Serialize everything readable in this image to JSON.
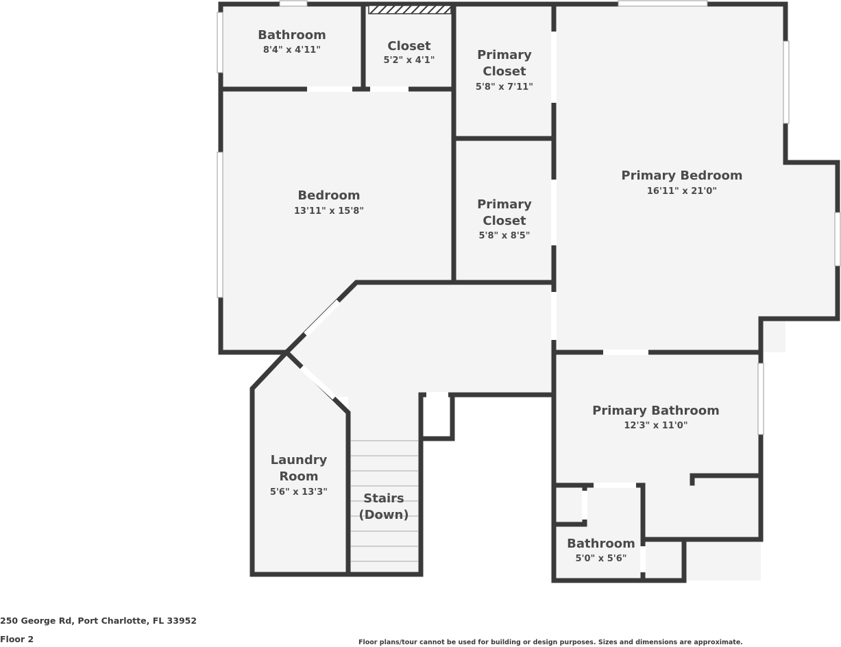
{
  "rooms": {
    "bathroom_top": {
      "name": "Bathroom",
      "dims": "8'4\" x 4'11\""
    },
    "closet": {
      "name": "Closet",
      "dims": "5'2\" x 4'1\""
    },
    "primary_closet_1": {
      "name_line1": "Primary",
      "name_line2": "Closet",
      "dims": "5'8\" x 7'11\""
    },
    "primary_closet_2": {
      "name_line1": "Primary",
      "name_line2": "Closet",
      "dims": "5'8\" x 8'5\""
    },
    "bedroom": {
      "name": "Bedroom",
      "dims": "13'11\" x 15'8\""
    },
    "primary_bedroom": {
      "name": "Primary Bedroom",
      "dims": "16'11\" x 21'0\""
    },
    "primary_bathroom": {
      "name": "Primary Bathroom",
      "dims": "12'3\" x 11'0\""
    },
    "laundry_room": {
      "name_line1": "Laundry",
      "name_line2": "Room",
      "dims": "5'6\" x 13'3\""
    },
    "stairs": {
      "name_line1": "Stairs",
      "name_line2": "(Down)"
    },
    "bathroom_bottom": {
      "name": "Bathroom",
      "dims": "5'0\" x 5'6\""
    }
  },
  "footer": {
    "address": "250 George Rd, Port Charlotte, FL 33952",
    "floor": "Floor 2",
    "disclaimer": "Floor plans/tour cannot be used for building or design purposes. Sizes and dimensions are approximate."
  }
}
